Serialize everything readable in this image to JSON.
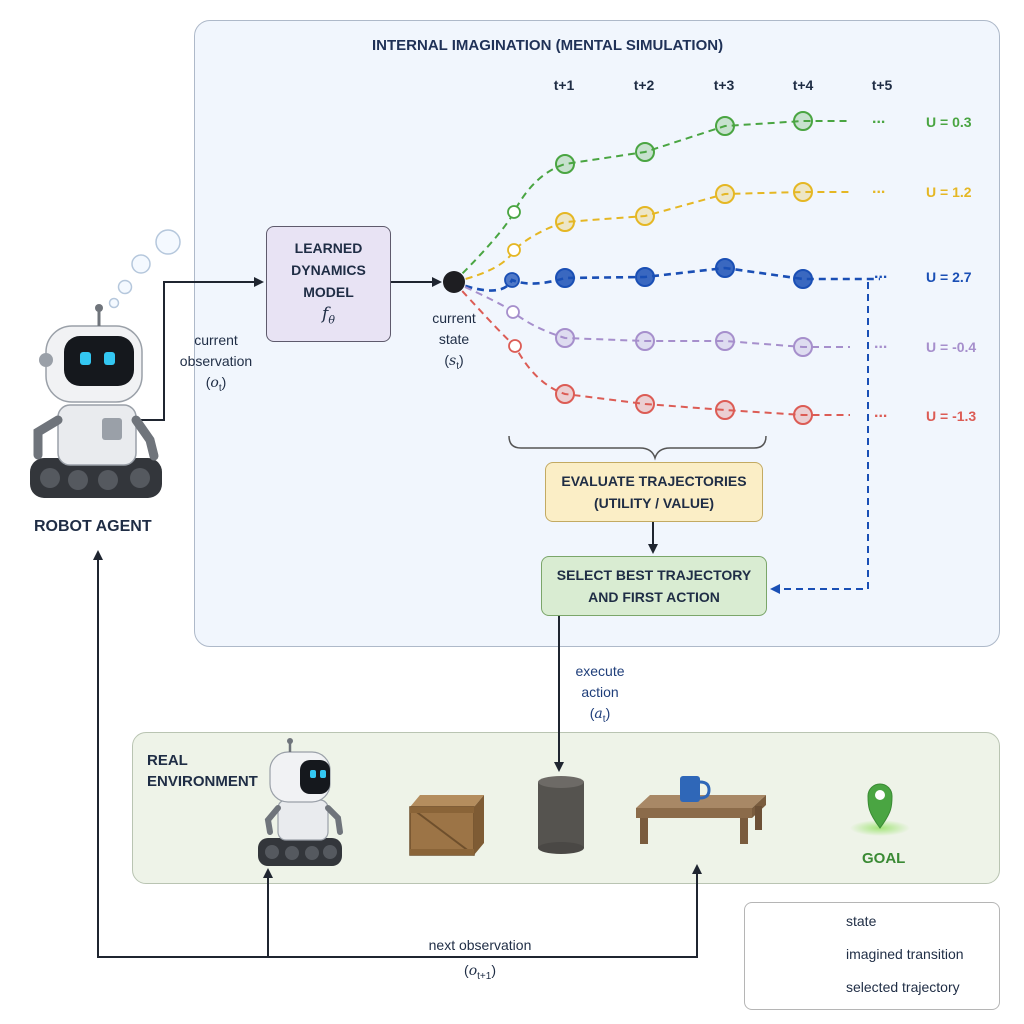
{
  "imagination": {
    "title": "INTERNAL IMAGINATION (MENTAL SIMULATION)"
  },
  "time_steps": [
    "t+1",
    "t+2",
    "t+3",
    "t+4",
    "t+5"
  ],
  "model": {
    "line1": "LEARNED",
    "line2": "DYNAMICS",
    "line3": "MODEL",
    "symbol": "f",
    "symbol_sub": "θ"
  },
  "current_observation": {
    "line1": "current",
    "line2": "observation",
    "symbol": "o",
    "sub": "t"
  },
  "current_state": {
    "line1": "current",
    "line2": "state",
    "symbol": "s",
    "sub": "t"
  },
  "trajectories": [
    {
      "color": "#4aa542",
      "utility": "U = 0.3"
    },
    {
      "color": "#e5b724",
      "utility": "U = 1.2"
    },
    {
      "color": "#1a4fb5",
      "utility": "U = 2.7",
      "selected": true
    },
    {
      "color": "#a68fcc",
      "utility": "U = -0.4"
    },
    {
      "color": "#dc5c55",
      "utility": "U = -1.3"
    }
  ],
  "ellipsis": "...",
  "evaluate": {
    "line1": "EVALUATE TRAJECTORIES",
    "line2": "(UTILITY / VALUE)"
  },
  "select": {
    "line1": "SELECT BEST TRAJECTORY",
    "line2": "AND FIRST ACTION"
  },
  "execute": {
    "line1": "execute",
    "line2": "action",
    "symbol": "a",
    "sub": "t"
  },
  "robot_agent": {
    "label": "ROBOT AGENT"
  },
  "environment": {
    "line1": "REAL",
    "line2": "ENVIRONMENT",
    "goal": "GOAL"
  },
  "next_observation": {
    "label": "next observation",
    "symbol": "o",
    "sub": "t+1"
  },
  "legend": {
    "state": "state",
    "imagined": "imagined transition",
    "selected": "selected trajectory"
  },
  "colors": {
    "panel_bg": "#f1f6fd",
    "env_bg": "#eef3e8",
    "selected": "#1a4fb5",
    "model_bg": "#e8e3f4",
    "eval_bg": "#fbeec6",
    "select_bg": "#d9ecd2"
  }
}
